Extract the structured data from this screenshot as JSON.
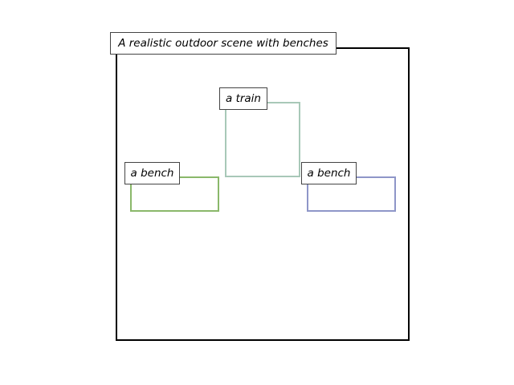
{
  "scene": {
    "caption": "A realistic outdoor scene with benches",
    "frame_color": "#000000",
    "objects": [
      {
        "label": "a bench",
        "color": "#8ab86a"
      },
      {
        "label": "a train",
        "color": "#a8c8b8"
      },
      {
        "label": "a bench",
        "color": "#8e96c8"
      }
    ]
  }
}
